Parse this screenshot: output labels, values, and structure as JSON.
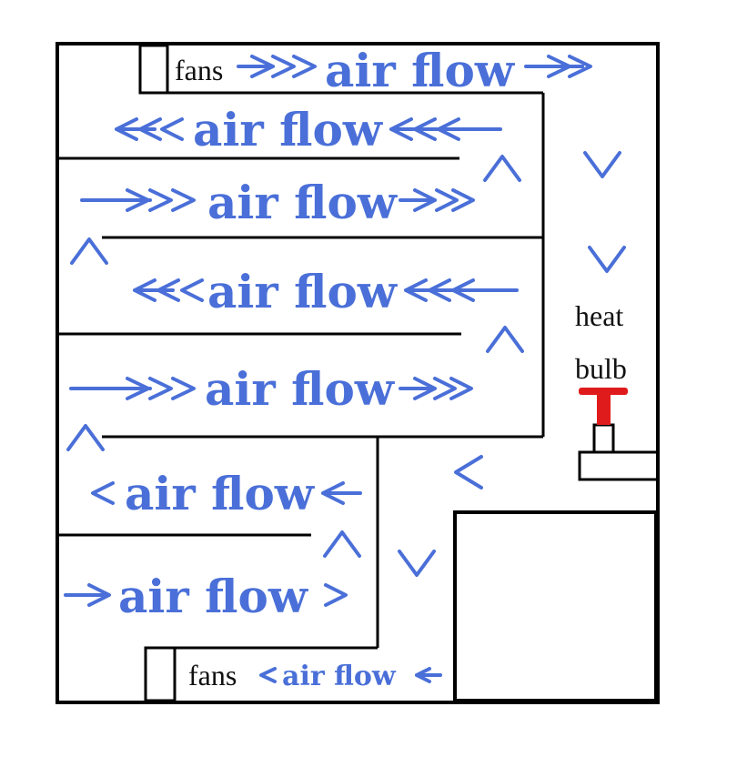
{
  "labels": {
    "fans": "fans",
    "air_flow": "air flow",
    "heat": "heat",
    "bulb": "bulb"
  },
  "colors": {
    "airflow": "#4a6fd8",
    "bulb": "#e01b1b",
    "walls": "#000000"
  }
}
